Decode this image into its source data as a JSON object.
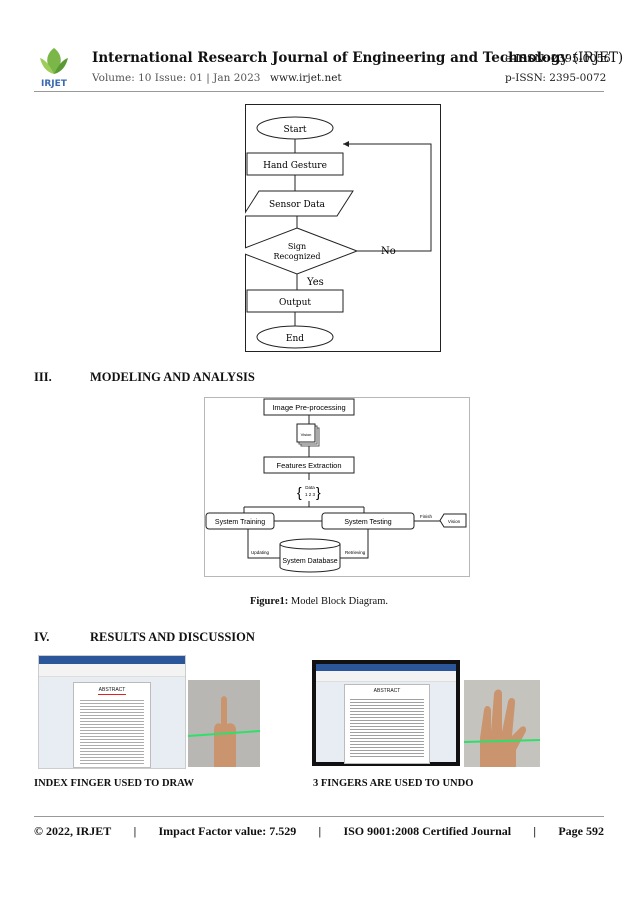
{
  "header": {
    "title_bold": "International Research Journal of Engineering and Technology",
    "title_abbr": "(IRJET)",
    "eissn": "e-ISSN: 2395-0056",
    "volume": "Volume: 10 Issue: 01 | Jan 2023",
    "website": "www.irjet.net",
    "pissn": "p-ISSN: 2395-0072",
    "logo_text": "IRJET"
  },
  "flowchart": {
    "start": "Start",
    "hand_gesture": "Hand Gesture",
    "sensor_data": "Sensor Data",
    "sign_recognized": [
      "Sign",
      "Recognized"
    ],
    "no": "No",
    "yes": "Yes",
    "output": "Output",
    "end": "End"
  },
  "section3": {
    "number": "III.",
    "title": "MODELING AND ANALYSIS"
  },
  "block_diagram": {
    "preprocessing": "Image Pre-processing",
    "vision1": "Vision",
    "features": "Features Extraction",
    "data": "Data",
    "data_nums": "1 2 3",
    "training": "System Training",
    "testing": "System Testing",
    "finish": "Finish",
    "vision2": "Vision",
    "updating": "Updating",
    "retrieving": "Retrieving",
    "database": "System Database"
  },
  "figure_caption": {
    "label": "Figure1:",
    "text": " Model Block Diagram."
  },
  "section4": {
    "number": "IV.",
    "title": "RESULTS AND DISCUSSION"
  },
  "results": {
    "left_caption": "INDEX FINGER USED TO DRAW",
    "right_caption": "3 FINGERS ARE USED TO UNDO",
    "doc_heading": "ABSTRACT"
  },
  "footer": {
    "copyright": "© 2022, IRJET",
    "sep": "|",
    "impact": "Impact Factor value: 7.529",
    "iso": "ISO 9001:2008 Certified Journal",
    "page": "Page 592"
  },
  "colors": {
    "logo_green": "#7ab648",
    "logo_blue": "#3a6ab0",
    "accent_green": "#2ee06a"
  }
}
